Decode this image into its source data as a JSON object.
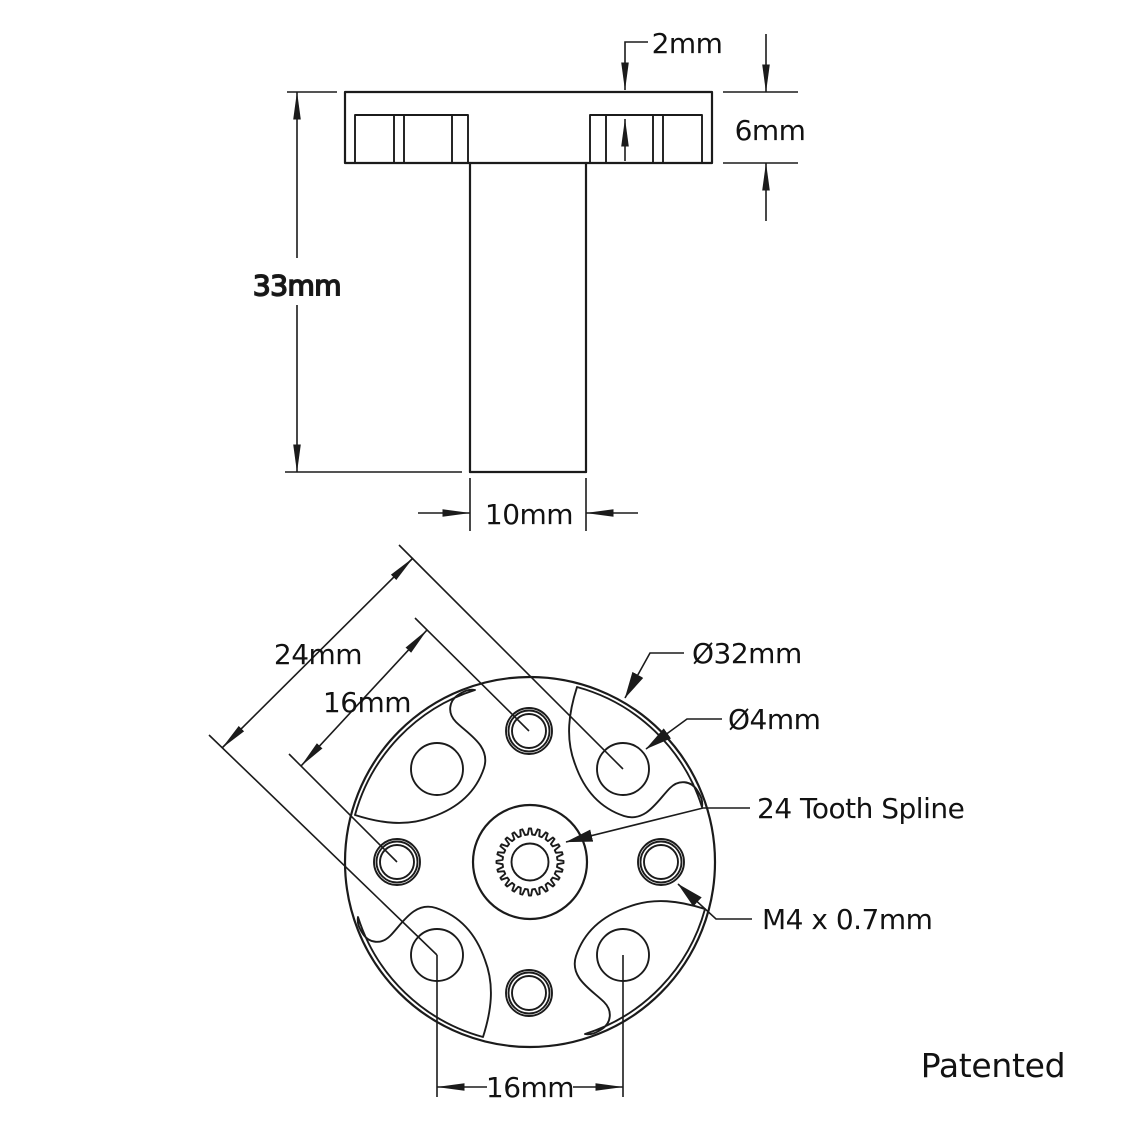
{
  "side_view": {
    "overall_height": "33mm",
    "counterbore_depth": "2mm",
    "flange_thickness": "6mm",
    "shaft_width": "10mm"
  },
  "face_view": {
    "bolt_circle_diagonal": "24mm",
    "hole_spacing_diagonal": "16mm",
    "hole_spacing_bottom": "16mm",
    "outer_diameter": "Ø32mm",
    "thru_hole_diameter": "Ø4mm",
    "spline_callout": "24 Tooth Spline",
    "thread_callout": "M4 x 0.7mm"
  },
  "footer": {
    "patent_note": "Patented"
  },
  "colors": {
    "line": "#1b1b1b",
    "text": "#121212",
    "background": "#ffffff"
  }
}
